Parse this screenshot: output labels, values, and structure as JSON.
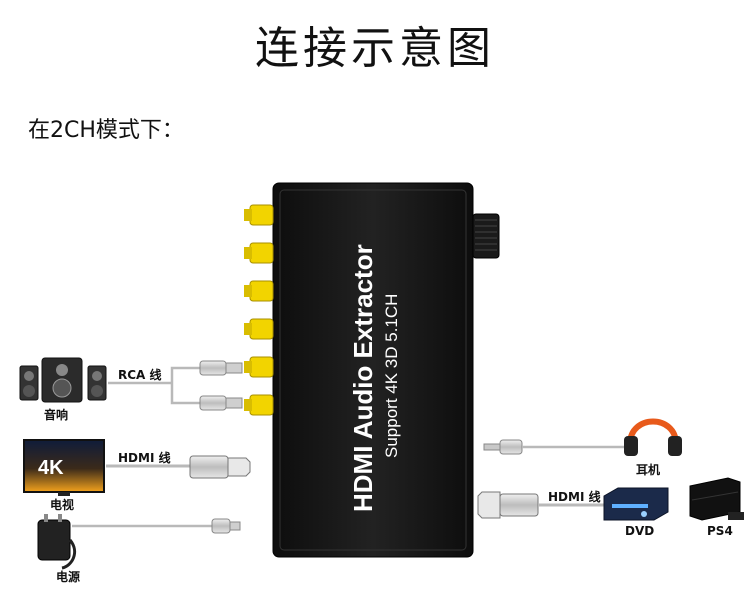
{
  "page_title": "连接示意图",
  "mode_label": "在2CH模式下：",
  "extractor": {
    "title": "HDMI Audio Extractor",
    "subtitle": "Support 4K 3D 5.1CH",
    "rca_port_count": 6
  },
  "left_devices": [
    {
      "id": "speaker",
      "label": "音响",
      "cable_label": "RCA 线",
      "icon": "speaker-icon"
    },
    {
      "id": "tv",
      "label": "电视",
      "cable_label": "HDMI 线",
      "icon": "tv-icon",
      "screen_text": "4K"
    },
    {
      "id": "power",
      "label": "电源",
      "icon": "power-adapter-icon"
    }
  ],
  "right_devices": [
    {
      "id": "headphone",
      "label": "耳机",
      "icon": "headphone-icon"
    },
    {
      "id": "dvd",
      "label": "DVD",
      "cable_label": "HDMI 线",
      "icon": "dvd-player-icon"
    },
    {
      "id": "ps4",
      "label": "PS4",
      "icon": "ps4-console-icon"
    }
  ],
  "colors": {
    "box": "#151515",
    "rca": "#f2d400",
    "cable": "#b9b9b9",
    "connector": "#d4d4d4",
    "tv_glow": "#f3a21c"
  }
}
